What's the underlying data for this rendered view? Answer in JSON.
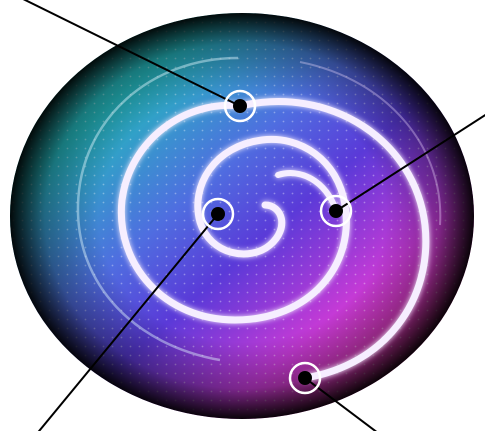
{
  "disc": {
    "gradient_colors": [
      "#2fd0c2",
      "#1fa8b8",
      "#5a5fe0",
      "#4a2fd8",
      "#c43ad8",
      "#e0349a",
      "#ff2f7a"
    ],
    "vignette_color": "#000000",
    "spiral_color": "#f4ecff"
  },
  "markers": [
    {
      "name": "marker-top",
      "dot_color": "#000000",
      "ring_color": "#ffffff"
    },
    {
      "name": "marker-right",
      "dot_color": "#000000",
      "ring_color": "#ffffff"
    },
    {
      "name": "marker-center",
      "dot_color": "#000000",
      "ring_color": "#ffffff"
    },
    {
      "name": "marker-bottom",
      "dot_color": "#000000",
      "ring_color": "#ffffff"
    }
  ],
  "leader_line_color": "#000000"
}
